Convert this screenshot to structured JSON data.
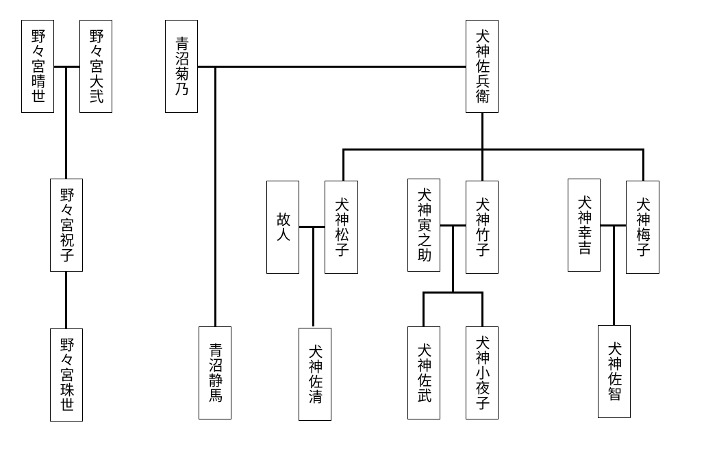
{
  "diagram": {
    "type": "family-tree",
    "people": {
      "nonomiya_haruyo": "野々宮晴世",
      "nonomiya_daini": "野々宮大弐",
      "aonuma_kikuno": "青沼菊乃",
      "inugami_sahei": "犬神佐兵衛",
      "nonomiya_iwaiko": "野々宮祝子",
      "nonomiya_tamayo": "野々宮珠世",
      "aonuma_shizuma": "青沼静馬",
      "kojin": "故人",
      "inugami_matsuko": "犬神松子",
      "inugami_sukekiyo": "犬神佐清",
      "inugami_toranosuke": "犬神寅之助",
      "inugami_takeko": "犬神竹子",
      "inugami_suketake": "犬神佐武",
      "inugami_sayoko": "犬神小夜子",
      "inugami_kokichi": "犬神幸吉",
      "inugami_umeko": "犬神梅子",
      "inugami_suketomo": "犬神佐智"
    },
    "couples": [
      [
        "nonomiya_haruyo",
        "nonomiya_daini"
      ],
      [
        "aonuma_kikuno",
        "inugami_sahei"
      ],
      [
        "kojin",
        "inugami_matsuko"
      ],
      [
        "inugami_toranosuke",
        "inugami_takeko"
      ],
      [
        "inugami_kokichi",
        "inugami_umeko"
      ]
    ],
    "parent_child": [
      {
        "parents": [
          "nonomiya_haruyo",
          "nonomiya_daini"
        ],
        "children": [
          "nonomiya_iwaiko"
        ]
      },
      {
        "parents": [
          "nonomiya_iwaiko"
        ],
        "children": [
          "nonomiya_tamayo"
        ]
      },
      {
        "parents": [
          "aonuma_kikuno",
          "inugami_sahei"
        ],
        "children": [
          "aonuma_shizuma"
        ]
      },
      {
        "parents": [
          "inugami_sahei"
        ],
        "children": [
          "inugami_matsuko",
          "inugami_takeko",
          "inugami_umeko"
        ]
      },
      {
        "parents": [
          "kojin",
          "inugami_matsuko"
        ],
        "children": [
          "inugami_sukekiyo"
        ]
      },
      {
        "parents": [
          "inugami_toranosuke",
          "inugami_takeko"
        ],
        "children": [
          "inugami_suketake",
          "inugami_sayoko"
        ]
      },
      {
        "parents": [
          "inugami_kokichi",
          "inugami_umeko"
        ],
        "children": [
          "inugami_suketomo"
        ]
      }
    ]
  }
}
